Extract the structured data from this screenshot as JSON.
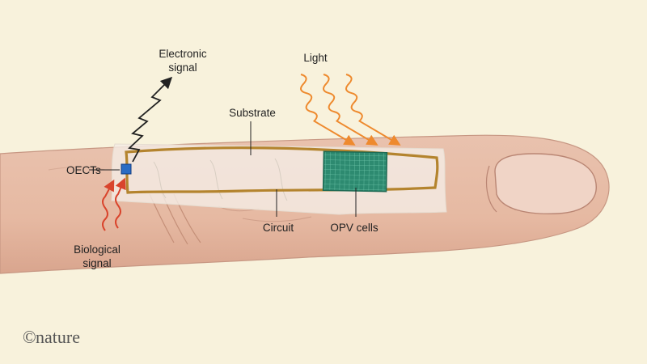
{
  "labels": {
    "electronic_signal_line1": "Electronic",
    "electronic_signal_line2": "signal",
    "light": "Light",
    "substrate": "Substrate",
    "oects": "OECTs",
    "circuit": "Circuit",
    "opv_cells": "OPV cells",
    "biological_signal_line1": "Biological",
    "biological_signal_line2": "signal"
  },
  "credit": {
    "symbol": "©",
    "name": "nature"
  },
  "colors": {
    "background": "#f8f2dc",
    "skin": "#e8bfa8",
    "skin_shadow": "#d6a48e",
    "nail": "#f0d4c6",
    "substrate": "#f4ece4",
    "circuit": "#b4842e",
    "opv": "#2d8a70",
    "oect": "#2a6cc4",
    "light_arrow": "#ee8a2e",
    "bio_signal": "#d9442c"
  }
}
